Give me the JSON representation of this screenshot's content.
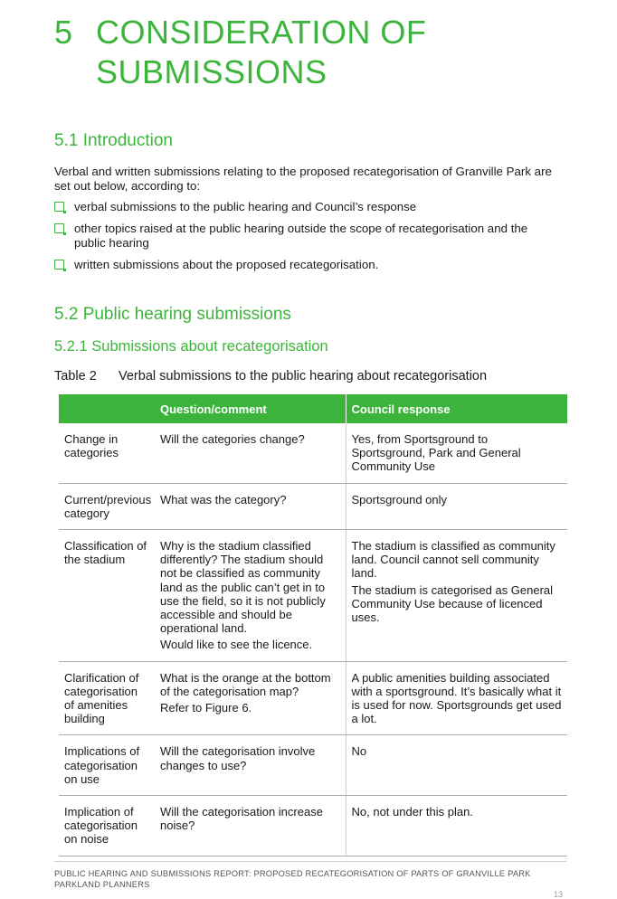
{
  "chapter": {
    "number": "5",
    "title_line1": "CONSIDERATION OF",
    "title_line2": "SUBMISSIONS"
  },
  "section_5_1": {
    "heading": "5.1 Introduction",
    "paragraph": "Verbal and written submissions relating to the proposed recategorisation of Granville Park are set out below, according to:",
    "bullets": [
      "verbal submissions to the public hearing and Council’s response",
      "other topics raised at the public hearing outside the scope of recategorisation and the public hearing",
      "written submissions about the proposed recategorisation."
    ]
  },
  "section_5_2": {
    "heading": "5.2 Public hearing submissions",
    "subheading": "5.2.1 Submissions about recategorisation"
  },
  "table": {
    "caption_label": "Table 2",
    "caption_text": "Verbal submissions to the public hearing about recategorisation",
    "headers": [
      "Question/comment",
      "Council response"
    ],
    "rows": [
      {
        "topic": "Change in categories",
        "question": [
          "Will the categories change?"
        ],
        "response": [
          "Yes, from Sportsground to Sportsground, Park and General Community Use"
        ]
      },
      {
        "topic": "Current/previous category",
        "question": [
          "What was the category?"
        ],
        "response": [
          "Sportsground only"
        ]
      },
      {
        "topic": "Classification of the stadium",
        "question": [
          "Why is the stadium classified differently?  The stadium should not be classified as community land as the public can’t get in to use the field, so it is not publicly accessible and should be operational land.",
          "Would like to see the licence."
        ],
        "response": [
          "The stadium is classified as community land. Council cannot sell community land.",
          "The stadium is categorised as General Community Use because of licenced uses."
        ]
      },
      {
        "topic": "Clarification of categorisation of amenities building",
        "question": [
          "What is the orange at the bottom of the categorisation map?",
          "Refer to Figure 6."
        ],
        "response": [
          "A public amenities building associated with a sportsground.  It’s basically what it is used for now. Sportsgrounds get used a lot."
        ]
      },
      {
        "topic": "Implications of categorisation on use",
        "question": [
          "Will the categorisation involve changes to use?"
        ],
        "response": [
          "No"
        ]
      },
      {
        "topic": "Implication of categorisation on noise",
        "question": [
          "Will the categorisation increase noise?"
        ],
        "response": [
          "No, not under this plan."
        ]
      }
    ]
  },
  "footer": {
    "line1": "PUBLIC HEARING AND SUBMISSIONS REPORT: PROPOSED RECATEGORISATION OF PARTS OF GRANVILLE PARK",
    "line2": "PARKLAND PLANNERS",
    "page": "13"
  },
  "colors": {
    "accent": "#3cb43c"
  }
}
